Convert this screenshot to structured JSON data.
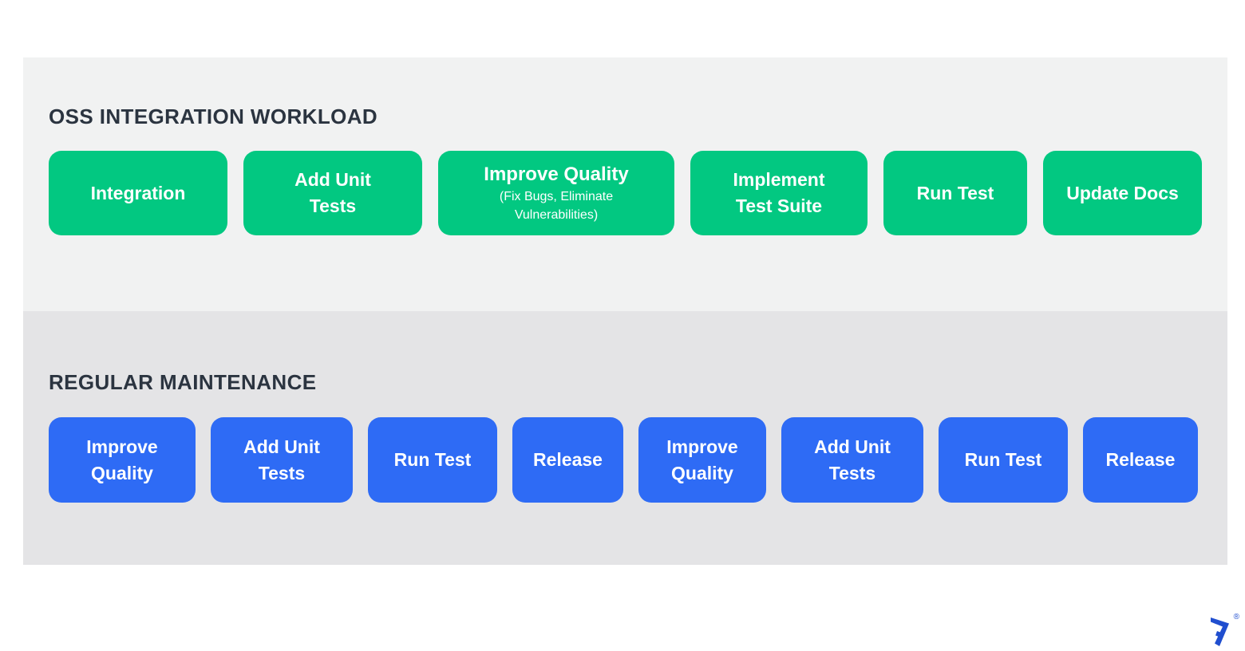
{
  "sections": [
    {
      "id": "oss-integration-workload",
      "title": "OSS INTEGRATION WORKLOAD",
      "background": "#f1f2f2",
      "accent": "#02c881",
      "buttons": [
        {
          "label": "Integration"
        },
        {
          "label": "Add Unit\nTests"
        },
        {
          "label": "Improve Quality",
          "sublabel": "(Fix Bugs, Eliminate\nVulnerabilities)"
        },
        {
          "label": "Implement\nTest Suite"
        },
        {
          "label": "Run Test"
        },
        {
          "label": "Update Docs"
        }
      ]
    },
    {
      "id": "regular-maintenance",
      "title": "REGULAR MAINTENANCE",
      "background": "#e4e4e6",
      "accent": "#2e6bf5",
      "buttons": [
        {
          "label": "Improve\nQuality"
        },
        {
          "label": "Add Unit\nTests"
        },
        {
          "label": "Run Test"
        },
        {
          "label": "Release"
        },
        {
          "label": "Improve\nQuality"
        },
        {
          "label": "Add Unit\nTests"
        },
        {
          "label": "Run Test"
        },
        {
          "label": "Release"
        }
      ]
    }
  ],
  "footer": {
    "logo": "toptal-logo",
    "logo_color": "#204ecf",
    "registered_mark": "®"
  },
  "colors": {
    "page_background": "#ffffff",
    "heading_text": "#2b3440",
    "button_text": "#ffffff"
  }
}
